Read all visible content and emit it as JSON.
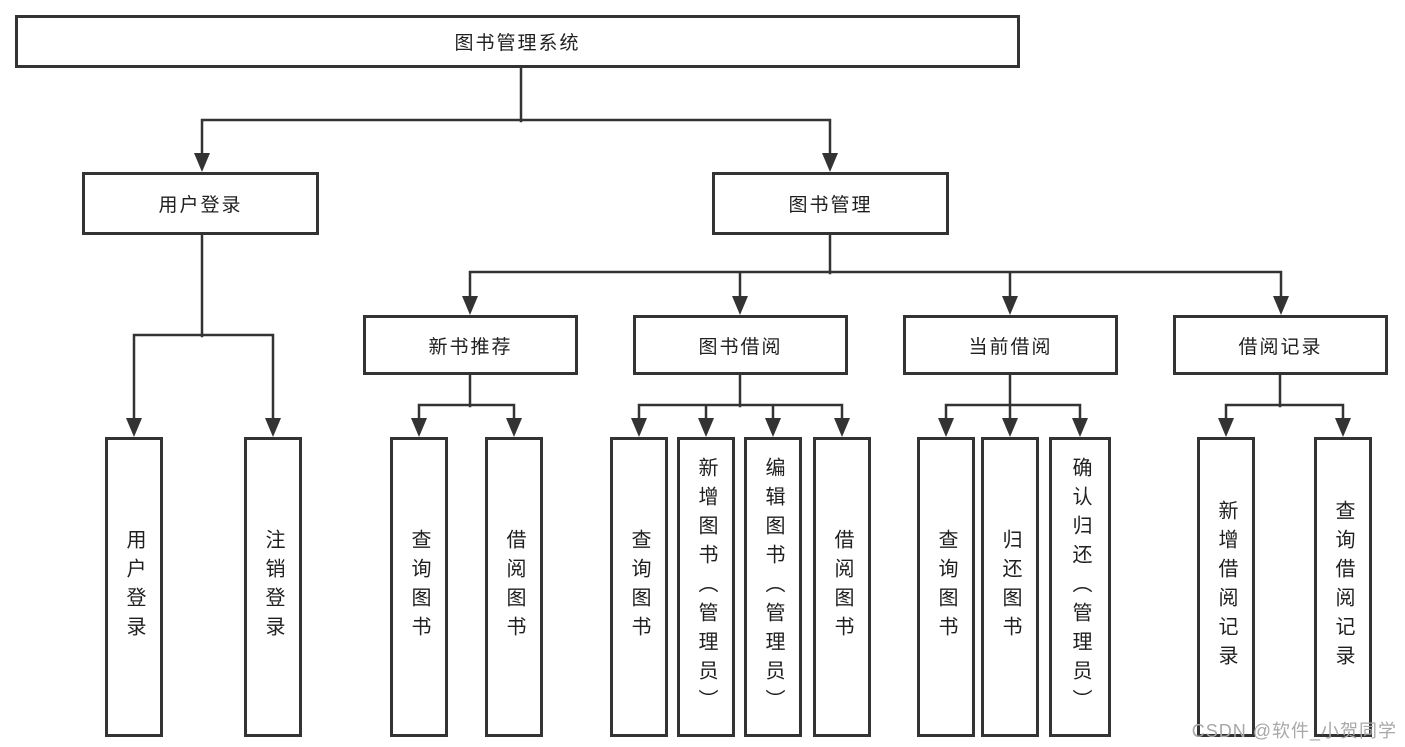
{
  "diagram": {
    "type": "hierarchy-tree",
    "nodes": {
      "root": "图书管理系统",
      "user_login": "用户登录",
      "book_management": "图书管理",
      "new_book_recommend": "新书推荐",
      "book_borrow": "图书借阅",
      "current_borrow": "当前借阅",
      "borrow_records": "借阅记录",
      "user_login_leaf": "用户登录",
      "logout_leaf": "注销登录",
      "nb_query_books": "查询图书",
      "nb_borrow_books": "借阅图书",
      "bb_query_books": "查询图书",
      "bb_add_books": "新增图书（管理员）",
      "bb_edit_books": "编辑图书（管理员）",
      "bb_borrow_books": "借阅图书",
      "cb_query_books": "查询图书",
      "cb_return_books": "归还图书",
      "cb_confirm_return": "确认归还（管理员）",
      "rec_add_record": "新增借阅记录",
      "rec_query_record": "查询借阅记录"
    },
    "tree": {
      "label": "图书管理系统",
      "children": [
        {
          "label": "用户登录",
          "children": [
            {
              "label": "用户登录"
            },
            {
              "label": "注销登录"
            }
          ]
        },
        {
          "label": "图书管理",
          "children": [
            {
              "label": "新书推荐",
              "children": [
                {
                  "label": "查询图书"
                },
                {
                  "label": "借阅图书"
                }
              ]
            },
            {
              "label": "图书借阅",
              "children": [
                {
                  "label": "查询图书"
                },
                {
                  "label": "新增图书（管理员）"
                },
                {
                  "label": "编辑图书（管理员）"
                },
                {
                  "label": "借阅图书"
                }
              ]
            },
            {
              "label": "当前借阅",
              "children": [
                {
                  "label": "查询图书"
                },
                {
                  "label": "归还图书"
                },
                {
                  "label": "确认归还（管理员）"
                }
              ]
            },
            {
              "label": "借阅记录",
              "children": [
                {
                  "label": "新增借阅记录"
                },
                {
                  "label": "查询借阅记录"
                }
              ]
            }
          ]
        }
      ]
    }
  },
  "watermark": {
    "text": "CSDN @软件_小贺同学",
    "color": "#a8a8a8"
  },
  "colors": {
    "line": "#333333",
    "box_border": "#333333",
    "box_background": "#ffffff",
    "text": "#1f1f1f",
    "page_background": "#ffffff"
  }
}
